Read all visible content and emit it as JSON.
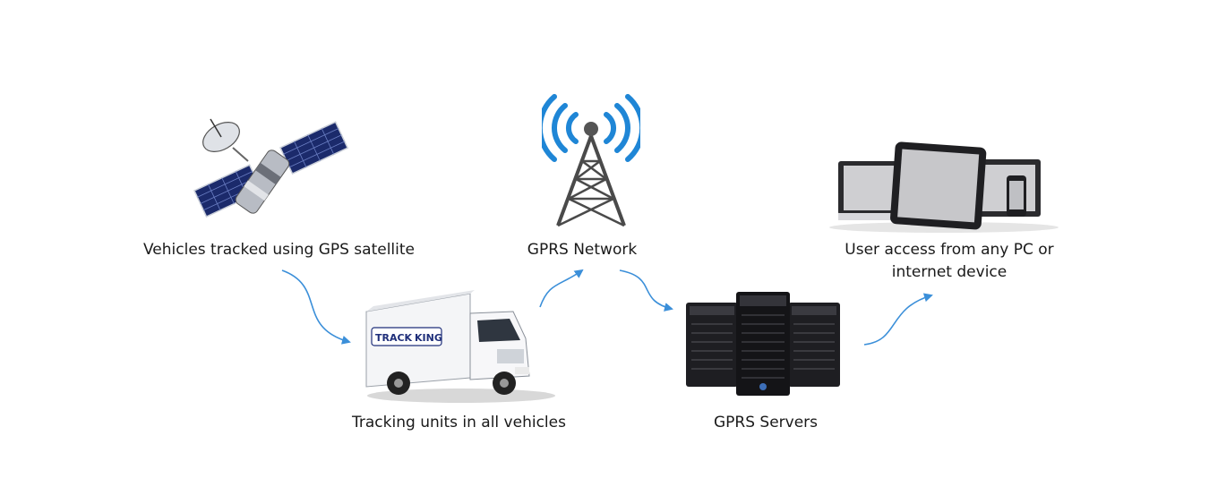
{
  "nodes": {
    "satellite": {
      "label": "Vehicles tracked using GPS satellite",
      "icon": "satellite-icon"
    },
    "truck": {
      "label": "Tracking units in all vehicles",
      "icon": "truck-icon",
      "logo_text_left": "TRACK",
      "logo_text_right": "KING"
    },
    "tower": {
      "label": "GPRS Network",
      "icon": "cell-tower-icon"
    },
    "servers": {
      "label": "GPRS Servers",
      "icon": "server-icon"
    },
    "devices": {
      "label_line1": "User access from any PC or",
      "label_line2": "internet device",
      "icon": "devices-icon"
    }
  },
  "colors": {
    "arrow": "#3b8fd9",
    "signal": "#1f86d6",
    "logo": "#1f2f7a",
    "text": "#1a1a1a"
  }
}
